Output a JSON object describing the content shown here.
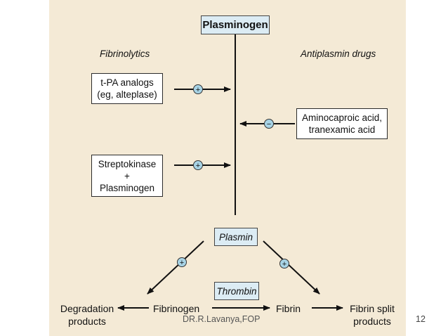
{
  "diagram": {
    "plasminogen": "Plasminogen",
    "fibrinolytics_heading": "Fibrinolytics",
    "antiplasmin_heading": "Antiplasmin drugs",
    "tpa_line1": "t-PA analogs",
    "tpa_line2": "(eg, alteplase)",
    "strep_line1": "Streptokinase",
    "strep_line2": "+",
    "strep_line3": "Plasminogen",
    "amino_line1": "Aminocaproic acid,",
    "amino_line2": "tranexamic acid",
    "plasmin": "Plasmin",
    "thrombin": "Thrombin",
    "degradation_line1": "Degradation",
    "degradation_line2": "products",
    "fibrinogen": "Fibrinogen",
    "fibrin": "Fibrin",
    "fibrin_split_line1": "Fibrin split",
    "fibrin_split_line2": "products",
    "plus_sign": "+",
    "minus_sign": "−"
  },
  "footer": {
    "author": "DR.R.Lavanya,FOP",
    "page_number": "12"
  },
  "colors": {
    "panel_bg": "#f4ead6",
    "highlight_box": "#dcecf4",
    "sign_circle": "#a8d4e6"
  }
}
